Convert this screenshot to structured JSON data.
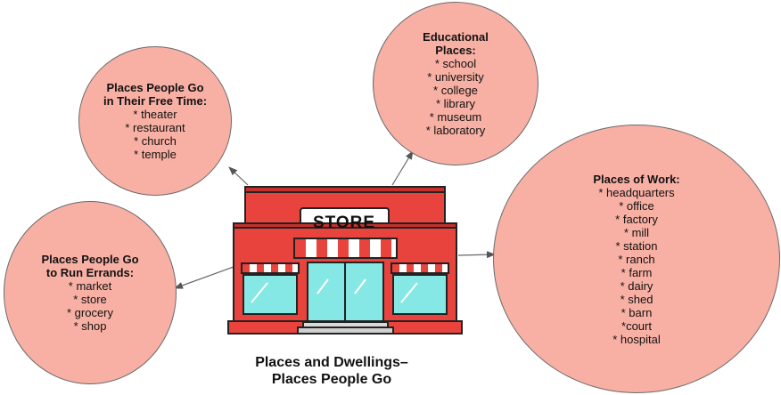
{
  "store_sign": "STORE",
  "caption": {
    "line1": "Places and Dwellings–",
    "line2": "Places People Go"
  },
  "bubbles": {
    "free_time": {
      "heading_lines": [
        "Places People Go",
        "in Their Free Time:"
      ],
      "items": [
        "* theater",
        "* restaurant",
        "* church",
        "* temple"
      ]
    },
    "educational": {
      "heading_lines": [
        "Educational",
        "Places:"
      ],
      "items": [
        "* school",
        "* university",
        "* college",
        "* library",
        "* museum",
        "* laboratory"
      ]
    },
    "errands": {
      "heading_lines": [
        "Places People Go",
        "to Run Errands:"
      ],
      "items": [
        "* market",
        "* store",
        "* grocery",
        "* shop"
      ]
    },
    "work": {
      "heading_lines": [
        "Places of Work:"
      ],
      "items": [
        "* headquarters",
        "* office",
        "* factory",
        "* mill",
        "* station",
        "* ranch",
        "* farm",
        "* dairy",
        "* shed",
        "* barn",
        "*court",
        "* hospital"
      ]
    }
  },
  "colors": {
    "bubble_fill": "#f8b0a4",
    "store_red": "#e8433d",
    "window_cyan": "#86e8e4"
  }
}
